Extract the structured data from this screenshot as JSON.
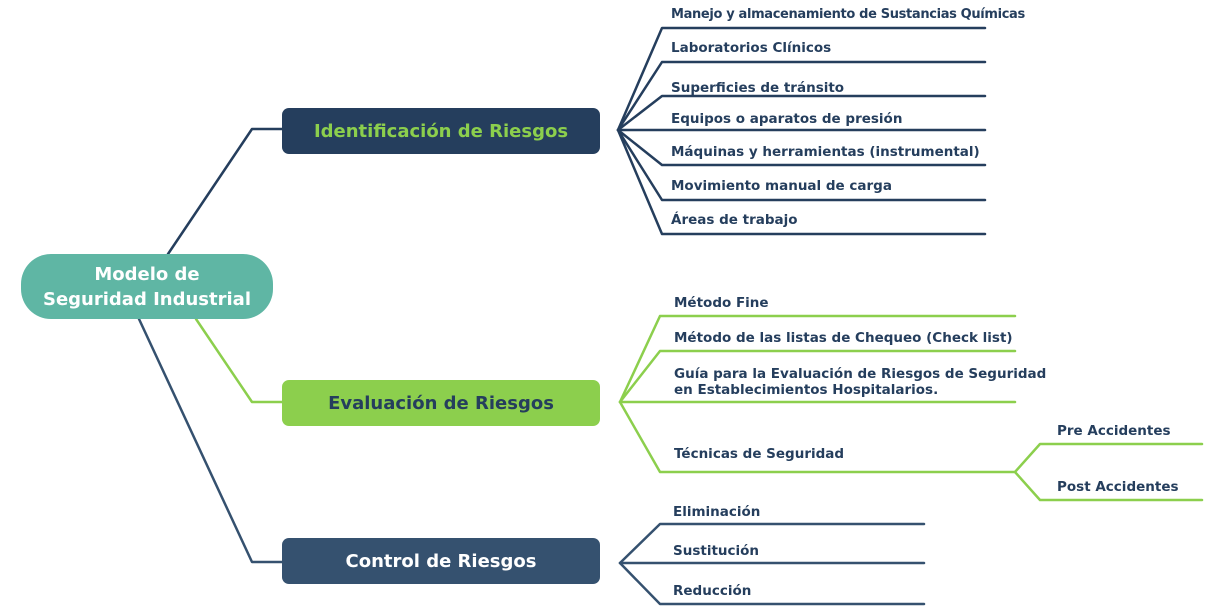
{
  "colors": {
    "navy": "#253e5d",
    "green": "#8ccf4d",
    "teal": "#5fb6a4",
    "slate": "#35516f"
  },
  "root": {
    "line1": "Modelo de",
    "line2": "Seguridad Industrial"
  },
  "branches": {
    "identificacion": {
      "label": "Identificación de Riesgos",
      "items": [
        "Manejo y almacenamiento de Sustancias Químicas",
        "Laboratorios Clínicos",
        "Superficies de tránsito",
        "Equipos o aparatos de presión",
        "Máquinas y herramientas (instrumental)",
        "Movimiento manual de  carga",
        "Áreas de trabajo"
      ]
    },
    "evaluacion": {
      "label": "Evaluación de Riesgos",
      "items": [
        "Método Fine",
        "Método de las listas de Chequeo (Check list)",
        "Guía para la Evaluación de Riesgos de Seguridad",
        "en Establecimientos Hospitalarios.",
        "Técnicas de Seguridad"
      ],
      "subitems": [
        "Pre Accidentes",
        "Post Accidentes"
      ]
    },
    "control": {
      "label": "Control de Riesgos",
      "items": [
        "Eliminación",
        "Sustitución",
        "Reducción"
      ]
    }
  }
}
